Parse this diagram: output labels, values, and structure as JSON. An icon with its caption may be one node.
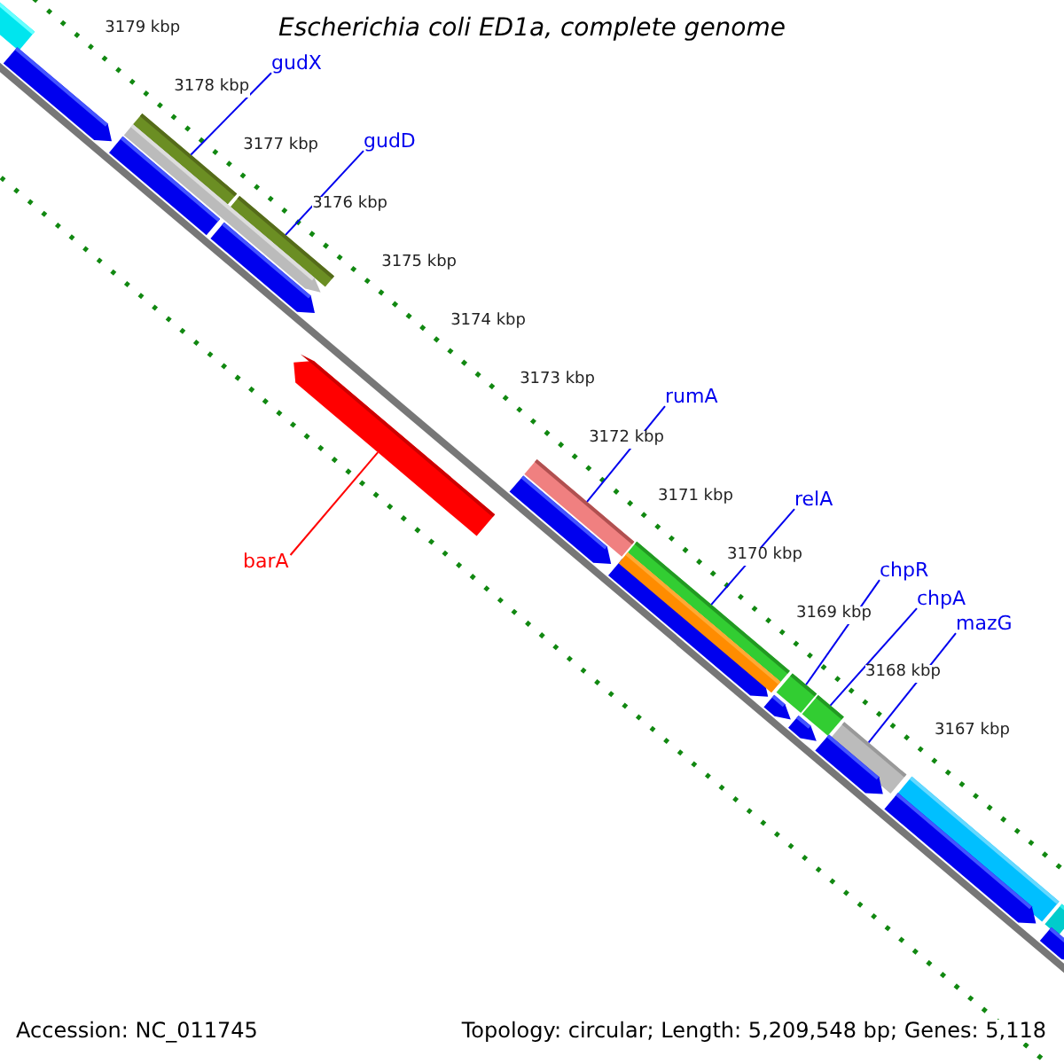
{
  "diagram": {
    "title": "Escherichia coli ED1a, complete genome",
    "nodes": [
      {
        "text": [
          "gudX"
        ]
      },
      {
        "text": [
          "gudD"
        ]
      },
      {
        "text": [
          "rumA"
        ]
      },
      {
        "text": [
          "relA"
        ]
      },
      {
        "text": [
          "chpR"
        ]
      },
      {
        "text": [
          "chpA"
        ]
      },
      {
        "text": [
          "mazG"
        ]
      },
      {
        "text": [
          "barA"
        ]
      },
      {
        "text": [],
        "shape": "bar"
      },
      {
        "text": [],
        "shape": "bar"
      },
      {
        "text": [],
        "shape": "bar"
      },
      {
        "text": [],
        "shape": "bar"
      },
      {
        "text": [],
        "shape": "bar"
      },
      {
        "text": [],
        "shape": "bar"
      },
      {
        "text": [],
        "shape": "bar"
      },
      {
        "text": [],
        "shape": "arrow"
      },
      {
        "text": [],
        "shape": "bar"
      },
      {
        "text": [],
        "shape": "arrow"
      },
      {
        "text": [],
        "shape": "arrow"
      },
      {
        "text": [],
        "shape": "bar"
      },
      {
        "text": [],
        "shape": "arrow"
      },
      {
        "text": [],
        "shape": "arrow"
      },
      {
        "text": [],
        "shape": "arrow"
      },
      {
        "text": [],
        "shape": "bar"
      },
      {
        "text": [],
        "shape": "arrow"
      },
      {
        "text": [],
        "shape": "arrow"
      },
      {
        "text": [],
        "shape": "arrow"
      },
      {
        "text": [],
        "shape": "bar"
      },
      {
        "text": [],
        "shape": "arrow"
      },
      {
        "text": [],
        "shape": "bar"
      },
      {
        "text": [],
        "shape": "arrow"
      }
    ],
    "edges": [
      {
        "from": 0,
        "to": 8,
        "arrow": "none"
      },
      {
        "from": 1,
        "to": 9,
        "arrow": "none"
      },
      {
        "from": 2,
        "to": 10,
        "arrow": "none"
      },
      {
        "from": 3,
        "to": 11,
        "arrow": "none"
      },
      {
        "from": 4,
        "to": 12,
        "arrow": "none"
      },
      {
        "from": 5,
        "to": 13,
        "arrow": "none"
      },
      {
        "from": 6,
        "to": 14,
        "arrow": "none"
      },
      {
        "from": 7,
        "to": 15,
        "arrow": "none",
        "color": "#ff0000"
      }
    ],
    "labels": [
      "3179 kbp",
      "3178 kbp",
      "3177 kbp",
      "3176 kbp",
      "3175 kbp",
      "3174 kbp",
      "3173 kbp",
      "3172 kbp",
      "3171 kbp",
      "3170 kbp",
      "3169 kbp",
      "3168 kbp",
      "3167 kbp",
      "Accession: NC_011745",
      "Topology: circular; Length: 5,209,548 bp; Genes: 5,118"
    ]
  }
}
